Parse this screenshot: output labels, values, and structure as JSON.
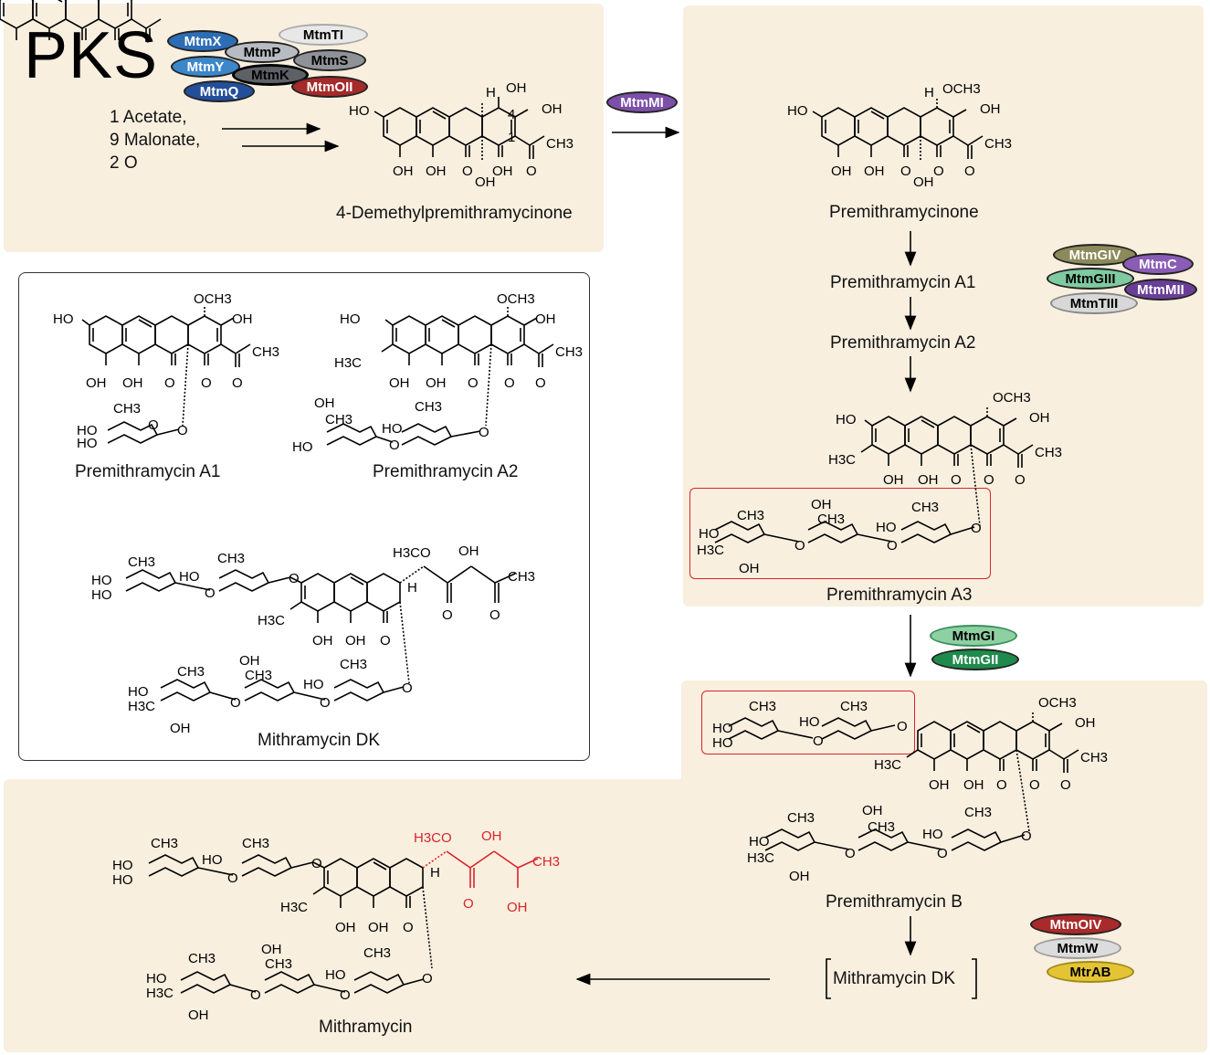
{
  "title": "PKS",
  "enzymes": {
    "pks": [
      "MtmX",
      "MtmP",
      "MtmTI",
      "MtmY",
      "MtmK",
      "MtmS",
      "MtmQ",
      "MtmOII"
    ],
    "methyl": "MtmMI",
    "glyco1": [
      "MtmGIV",
      "MtmC",
      "MtmGIII",
      "MtmMII",
      "MtmTIII"
    ],
    "glyco2": [
      "MtmGI",
      "MtmGII"
    ],
    "final": [
      "MtmOIV",
      "MtmW",
      "MtrAB"
    ]
  },
  "substrates": [
    "1 Acetate,",
    "9 Malonate,",
    "2 O"
  ],
  "compounds": {
    "c1": "4-Demethylpremithramycinone",
    "c2": "Premithramycinone",
    "c3": "Premithramycin A1",
    "c4": "Premithramycin A2",
    "c5": "Premithramycin A3",
    "c6": "Premithramycin B",
    "c7": "Mithramycin DK",
    "c8": "Mithramycin"
  },
  "inset": {
    "a1": "Premithramycin A1",
    "a2": "Premithramycin A2",
    "dk": "Mithramycin DK"
  },
  "atoms": {
    "ho": "HO",
    "oh": "OH",
    "o": "O",
    "h": "H",
    "ch3": "CH3",
    "och3": "OCH3",
    "h3c": "H3C",
    "h3co": "H3CO",
    "n4": "4",
    "n1": "1"
  },
  "colors": {
    "panel": "#f8efdf",
    "highlight": "#d9242b"
  }
}
